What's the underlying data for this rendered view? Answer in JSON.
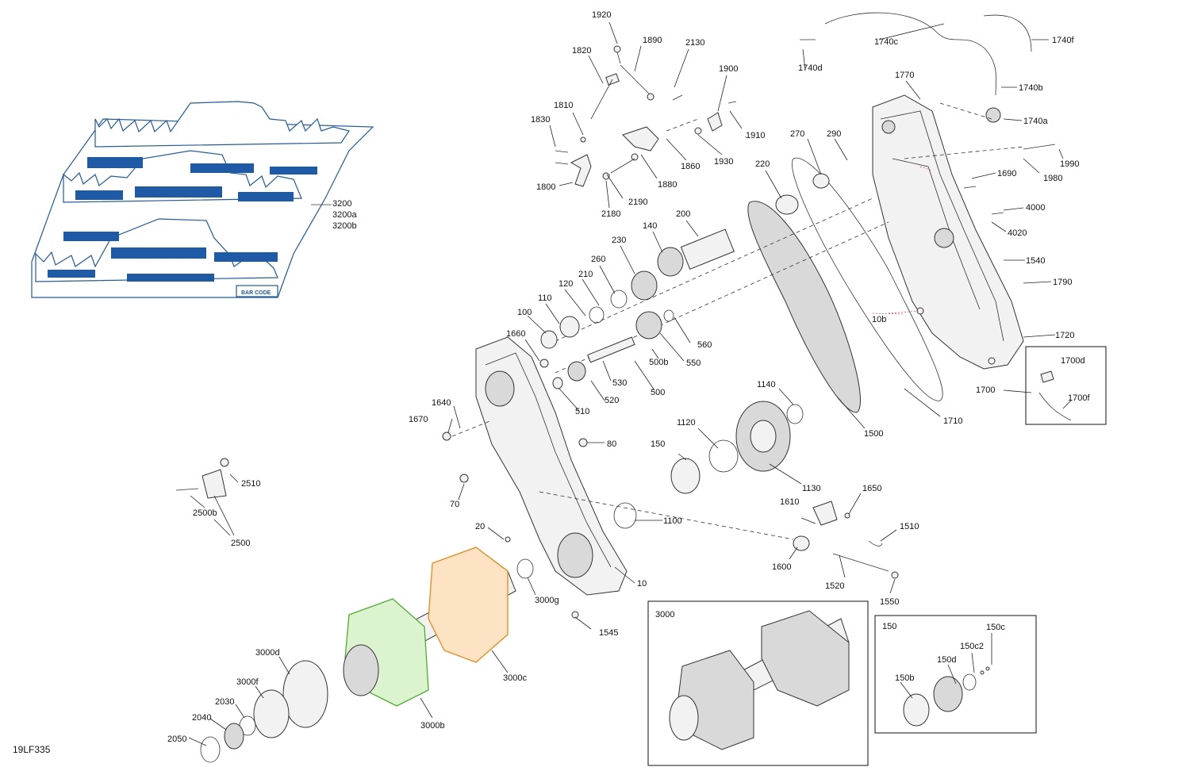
{
  "diagram_id": "19LF335",
  "callouts": {
    "c1920": "1920",
    "c1890": "1890",
    "c2130": "2130",
    "c1820": "1820",
    "c1740c": "1740c",
    "c1740f": "1740f",
    "c1740d": "1740d",
    "c1900": "1900",
    "c1770": "1770",
    "c1740b": "1740b",
    "c1810": "1810",
    "c1830": "1830",
    "c1910": "1910",
    "c1740a": "1740a",
    "c270": "270",
    "c290": "290",
    "c1860": "1860",
    "c1930": "1930",
    "c1990": "1990",
    "c1980": "1980",
    "c220": "220",
    "c1690": "1690",
    "c1800": "1800",
    "c1880": "1880",
    "c2190": "2190",
    "c2180": "2180",
    "c3200": "3200",
    "c3200a": "3200a",
    "c3200b": "3200b",
    "c200": "200",
    "c4000": "4000",
    "c4020": "4020",
    "c140": "140",
    "c230": "230",
    "c260": "260",
    "c1540": "1540",
    "c210": "210",
    "c120": "120",
    "c1790": "1790",
    "c110": "110",
    "c100": "100",
    "c10b": "10b",
    "c560": "560",
    "c1660": "1660",
    "c1720": "1720",
    "c550": "550",
    "c500b": "500b",
    "c1700d": "1700d",
    "c530": "530",
    "c500": "500",
    "c1700": "1700",
    "c1700f": "1700f",
    "c520": "520",
    "c1140": "1140",
    "c510": "510",
    "c1640": "1640",
    "c1710": "1710",
    "c1500": "1500",
    "c1670": "1670",
    "c1120": "1120",
    "c80": "80",
    "c150": "150",
    "c2510": "2510",
    "c1130": "1130",
    "c70": "70",
    "c1650": "1650",
    "c2500b": "2500b",
    "c1610": "1610",
    "c1100": "1100",
    "c2500": "2500",
    "c20": "20",
    "c1510": "1510",
    "c1600": "1600",
    "c10": "10",
    "c1520": "1520",
    "c1550": "1550",
    "c3000g": "3000g",
    "c1545": "1545",
    "c3000box": "3000",
    "c150box": "150",
    "c150c": "150c",
    "c150c2": "150c2",
    "c3000d": "3000d",
    "c150d": "150d",
    "c3000c": "3000c",
    "c3000f": "3000f",
    "c150b": "150b",
    "c2030": "2030",
    "c2040": "2040",
    "c3000b": "3000b",
    "c2050": "2050"
  },
  "track_label": "BAR CODE",
  "colors": {
    "track": "#1f5aa6",
    "sprocket_front": "#e88a1a",
    "sprocket_rear": "#4caf2a"
  }
}
